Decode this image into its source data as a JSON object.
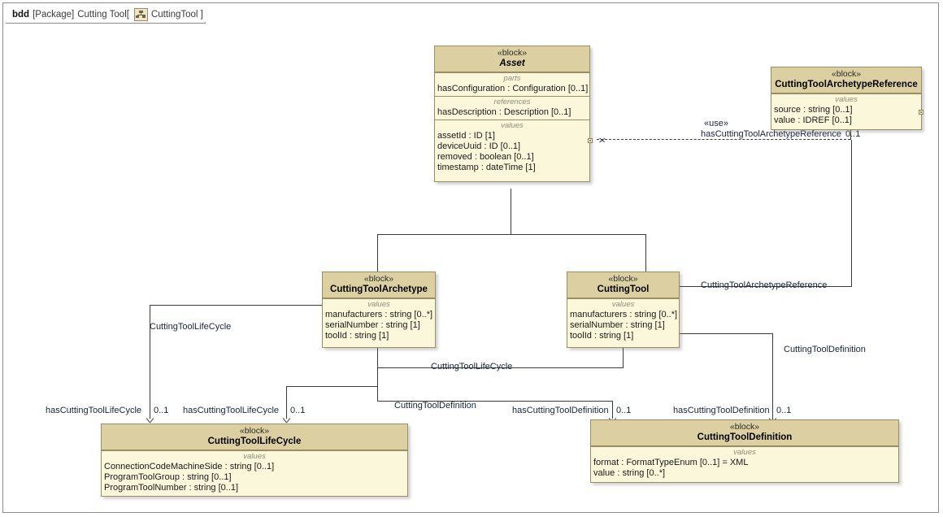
{
  "frame": {
    "keyword": "bdd",
    "scope": "[Package]",
    "package_name": "Cutting Tool[",
    "icon": "bdd-diagram-icon",
    "diagram_name": "CuttingTool ]"
  },
  "blocks": [
    {
      "id": "asset",
      "stereotype": "«block»",
      "name": "Asset",
      "abstract": true,
      "compartments": [
        {
          "title": "parts",
          "features": [
            "hasConfiguration : Configuration [0..1]"
          ]
        },
        {
          "title": "references",
          "features": [
            "hasDescription : Description [0..1]"
          ]
        },
        {
          "title": "values",
          "features": [
            "assetId : ID [1]",
            "deviceUuid : ID [0..1]",
            "removed : boolean [0..1]",
            "timestamp : dateTime [1]"
          ]
        }
      ]
    },
    {
      "id": "archetype_reference",
      "stereotype": "«block»",
      "name": "CuttingToolArchetypeReference",
      "abstract": false,
      "compartments": [
        {
          "title": "values",
          "features": [
            "source : string [0..1]",
            "value : IDREF [0..1]"
          ]
        }
      ]
    },
    {
      "id": "archetype",
      "stereotype": "«block»",
      "name": "CuttingToolArchetype",
      "abstract": false,
      "compartments": [
        {
          "title": "values",
          "features": [
            "manufacturers : string [0..*]",
            "serialNumber : string [1]",
            "toolId : string [1]"
          ]
        }
      ]
    },
    {
      "id": "cutting_tool",
      "stereotype": "«block»",
      "name": "CuttingTool",
      "abstract": false,
      "compartments": [
        {
          "title": "values",
          "features": [
            "manufacturers : string [0..*]",
            "serialNumber : string [1]",
            "toolId : string [1]"
          ]
        }
      ]
    },
    {
      "id": "life_cycle",
      "stereotype": "«block»",
      "name": "CuttingToolLifeCycle",
      "abstract": false,
      "compartments": [
        {
          "title": "values",
          "features": [
            "ConnectionCodeMachineSide : string [0..1]",
            "ProgramToolGroup : string [0..1]",
            "ProgramToolNumber : string [0..1]"
          ]
        }
      ]
    },
    {
      "id": "definition",
      "stereotype": "«block»",
      "name": "CuttingToolDefinition",
      "abstract": false,
      "compartments": [
        {
          "title": "values",
          "features": [
            "format : FormatTypeEnum [0..1] = XML",
            "value : string [0..*]"
          ]
        }
      ]
    }
  ],
  "connector_labels": {
    "use_stereotype": "«use»",
    "use_role": "hasCuttingToolArchetypeReference",
    "use_mult": "0..1",
    "assoc_archetype_reference": "CuttingToolArchetypeReference",
    "assoc_definition_right": "CuttingToolDefinition",
    "assoc_lifecycle_left": "CuttingToolLifeCycle",
    "assoc_lifecycle_mid": "CuttingToolLifeCycle",
    "assoc_definition_mid": "CuttingToolDefinition",
    "role_lifecycle_a": "hasCuttingToolLifeCycle",
    "role_lifecycle_a_mult": "0..1",
    "role_lifecycle_b": "hasCuttingToolLifeCycle",
    "role_lifecycle_b_mult": "0..1",
    "role_definition_a": "hasCuttingToolDefinition",
    "role_definition_a_mult": "0..1",
    "role_definition_b": "hasCuttingToolDefinition",
    "role_definition_b_mult": "0..1"
  },
  "colors": {
    "block_header": "#dcd0a2",
    "block_body": "#fbf7da",
    "block_border": "#9a8c63",
    "connector": "#3a3a3a",
    "label_text": "#16243a",
    "canvas": "#ffffff"
  }
}
